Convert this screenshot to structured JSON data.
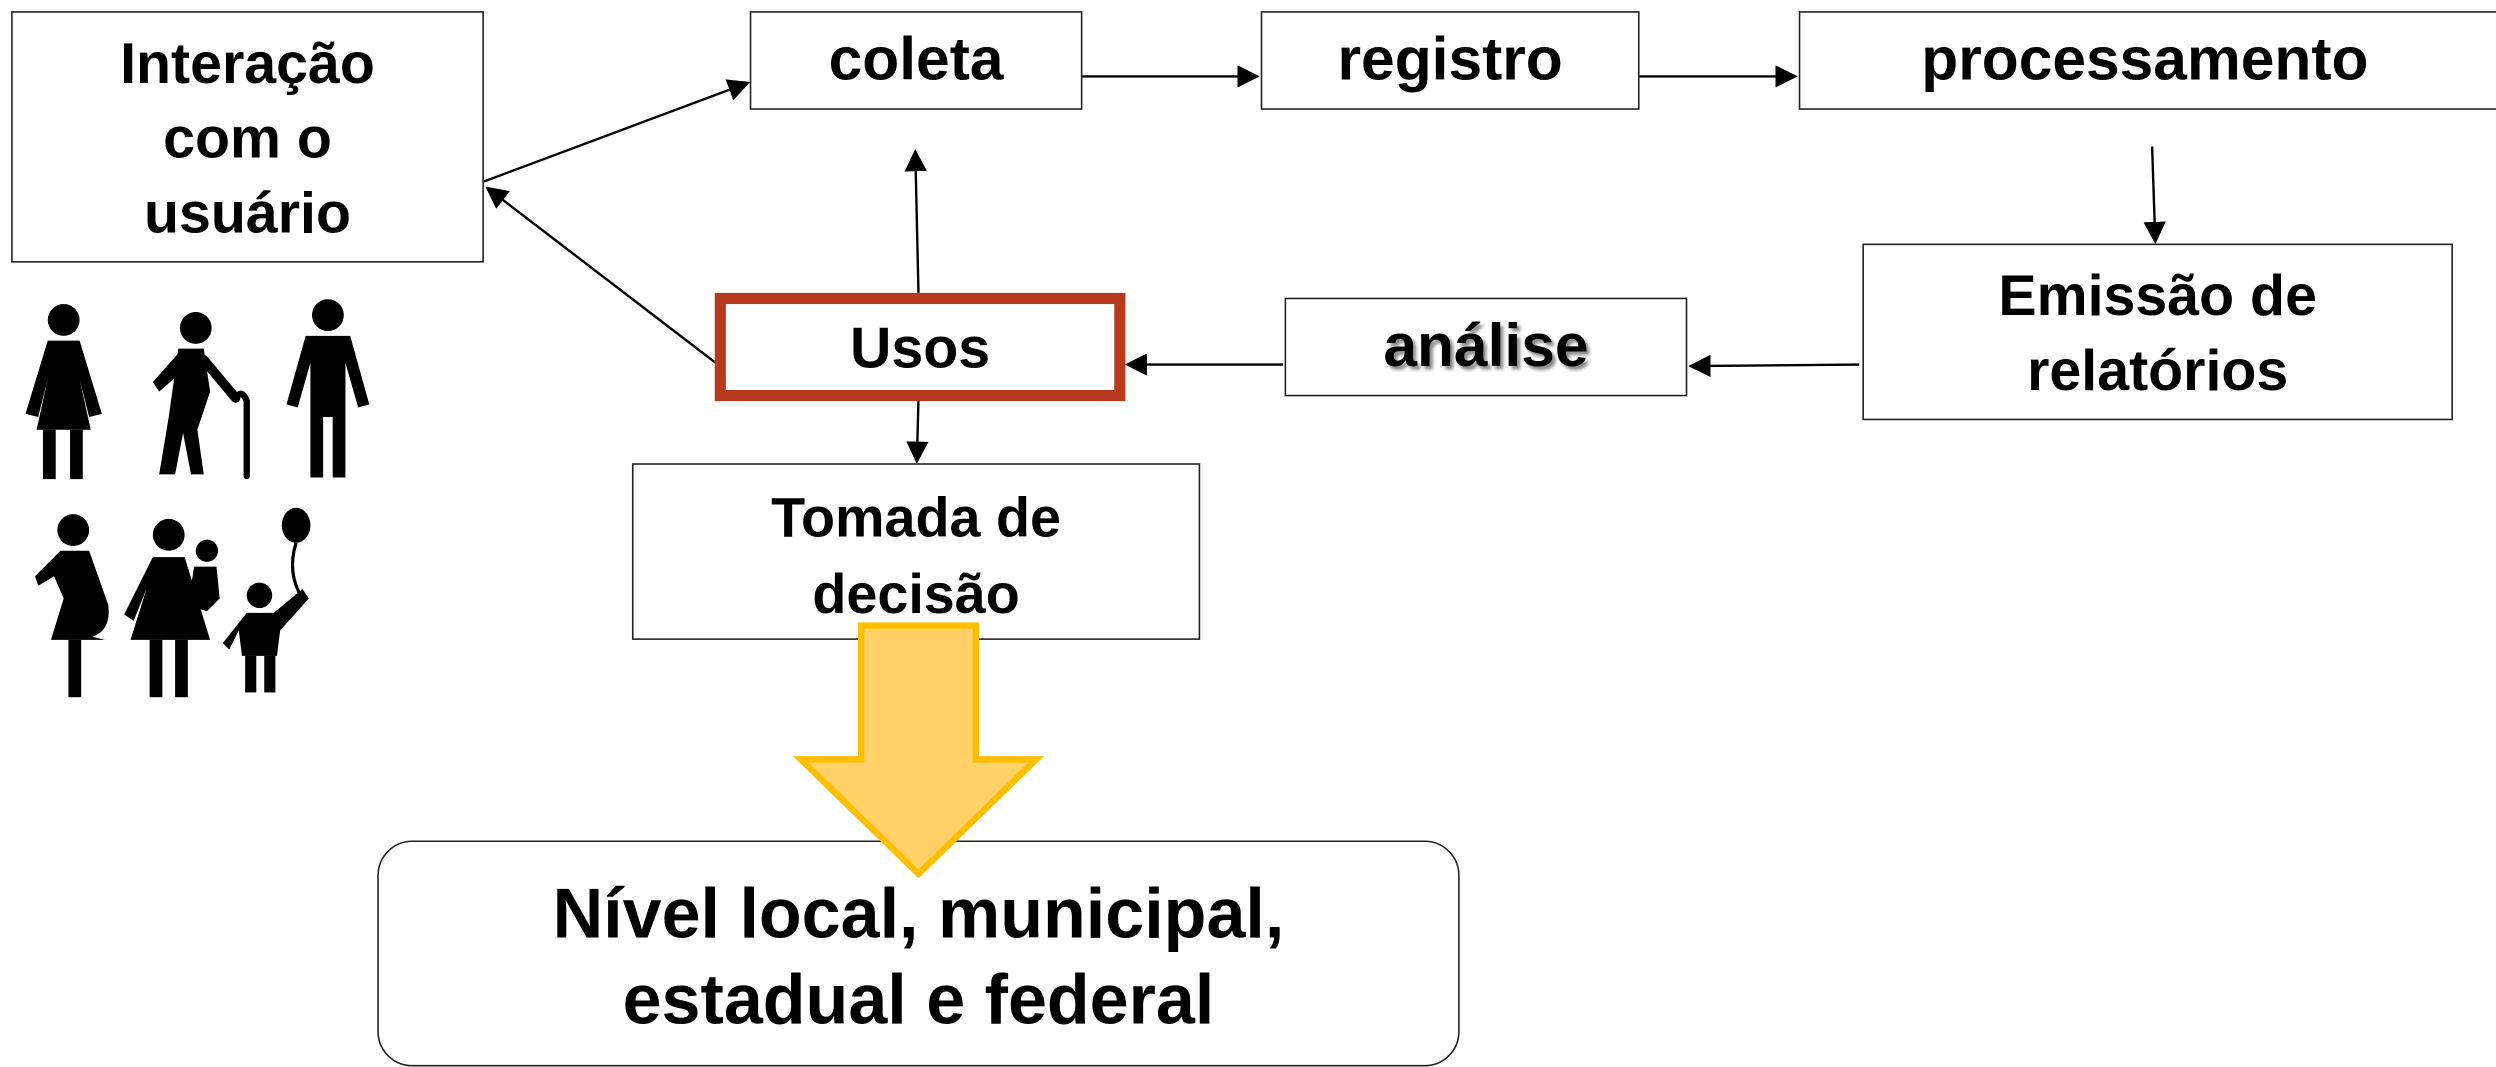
{
  "nodes": {
    "interacao": "Interação\ncom o\nusuário",
    "coleta": "coleta",
    "registro": "registro",
    "processamento": "processamento",
    "emissao": "Emissão de\nrelatórios",
    "analise": "análise",
    "usos": "Usos",
    "tomada": "Tomada de\ndecisão",
    "nivel": "Nível local, municipal,\nestadual e federal"
  },
  "colors": {
    "usos_border": "#b83a1e",
    "big_arrow_fill": "#ffd166",
    "big_arrow_stroke": "#ffbf00",
    "line": "#000000"
  },
  "icons": [
    "woman-icon",
    "elderly-person-icon",
    "man-icon",
    "pregnant-woman-icon",
    "woman-with-child-icon",
    "child-with-balloon-icon"
  ]
}
